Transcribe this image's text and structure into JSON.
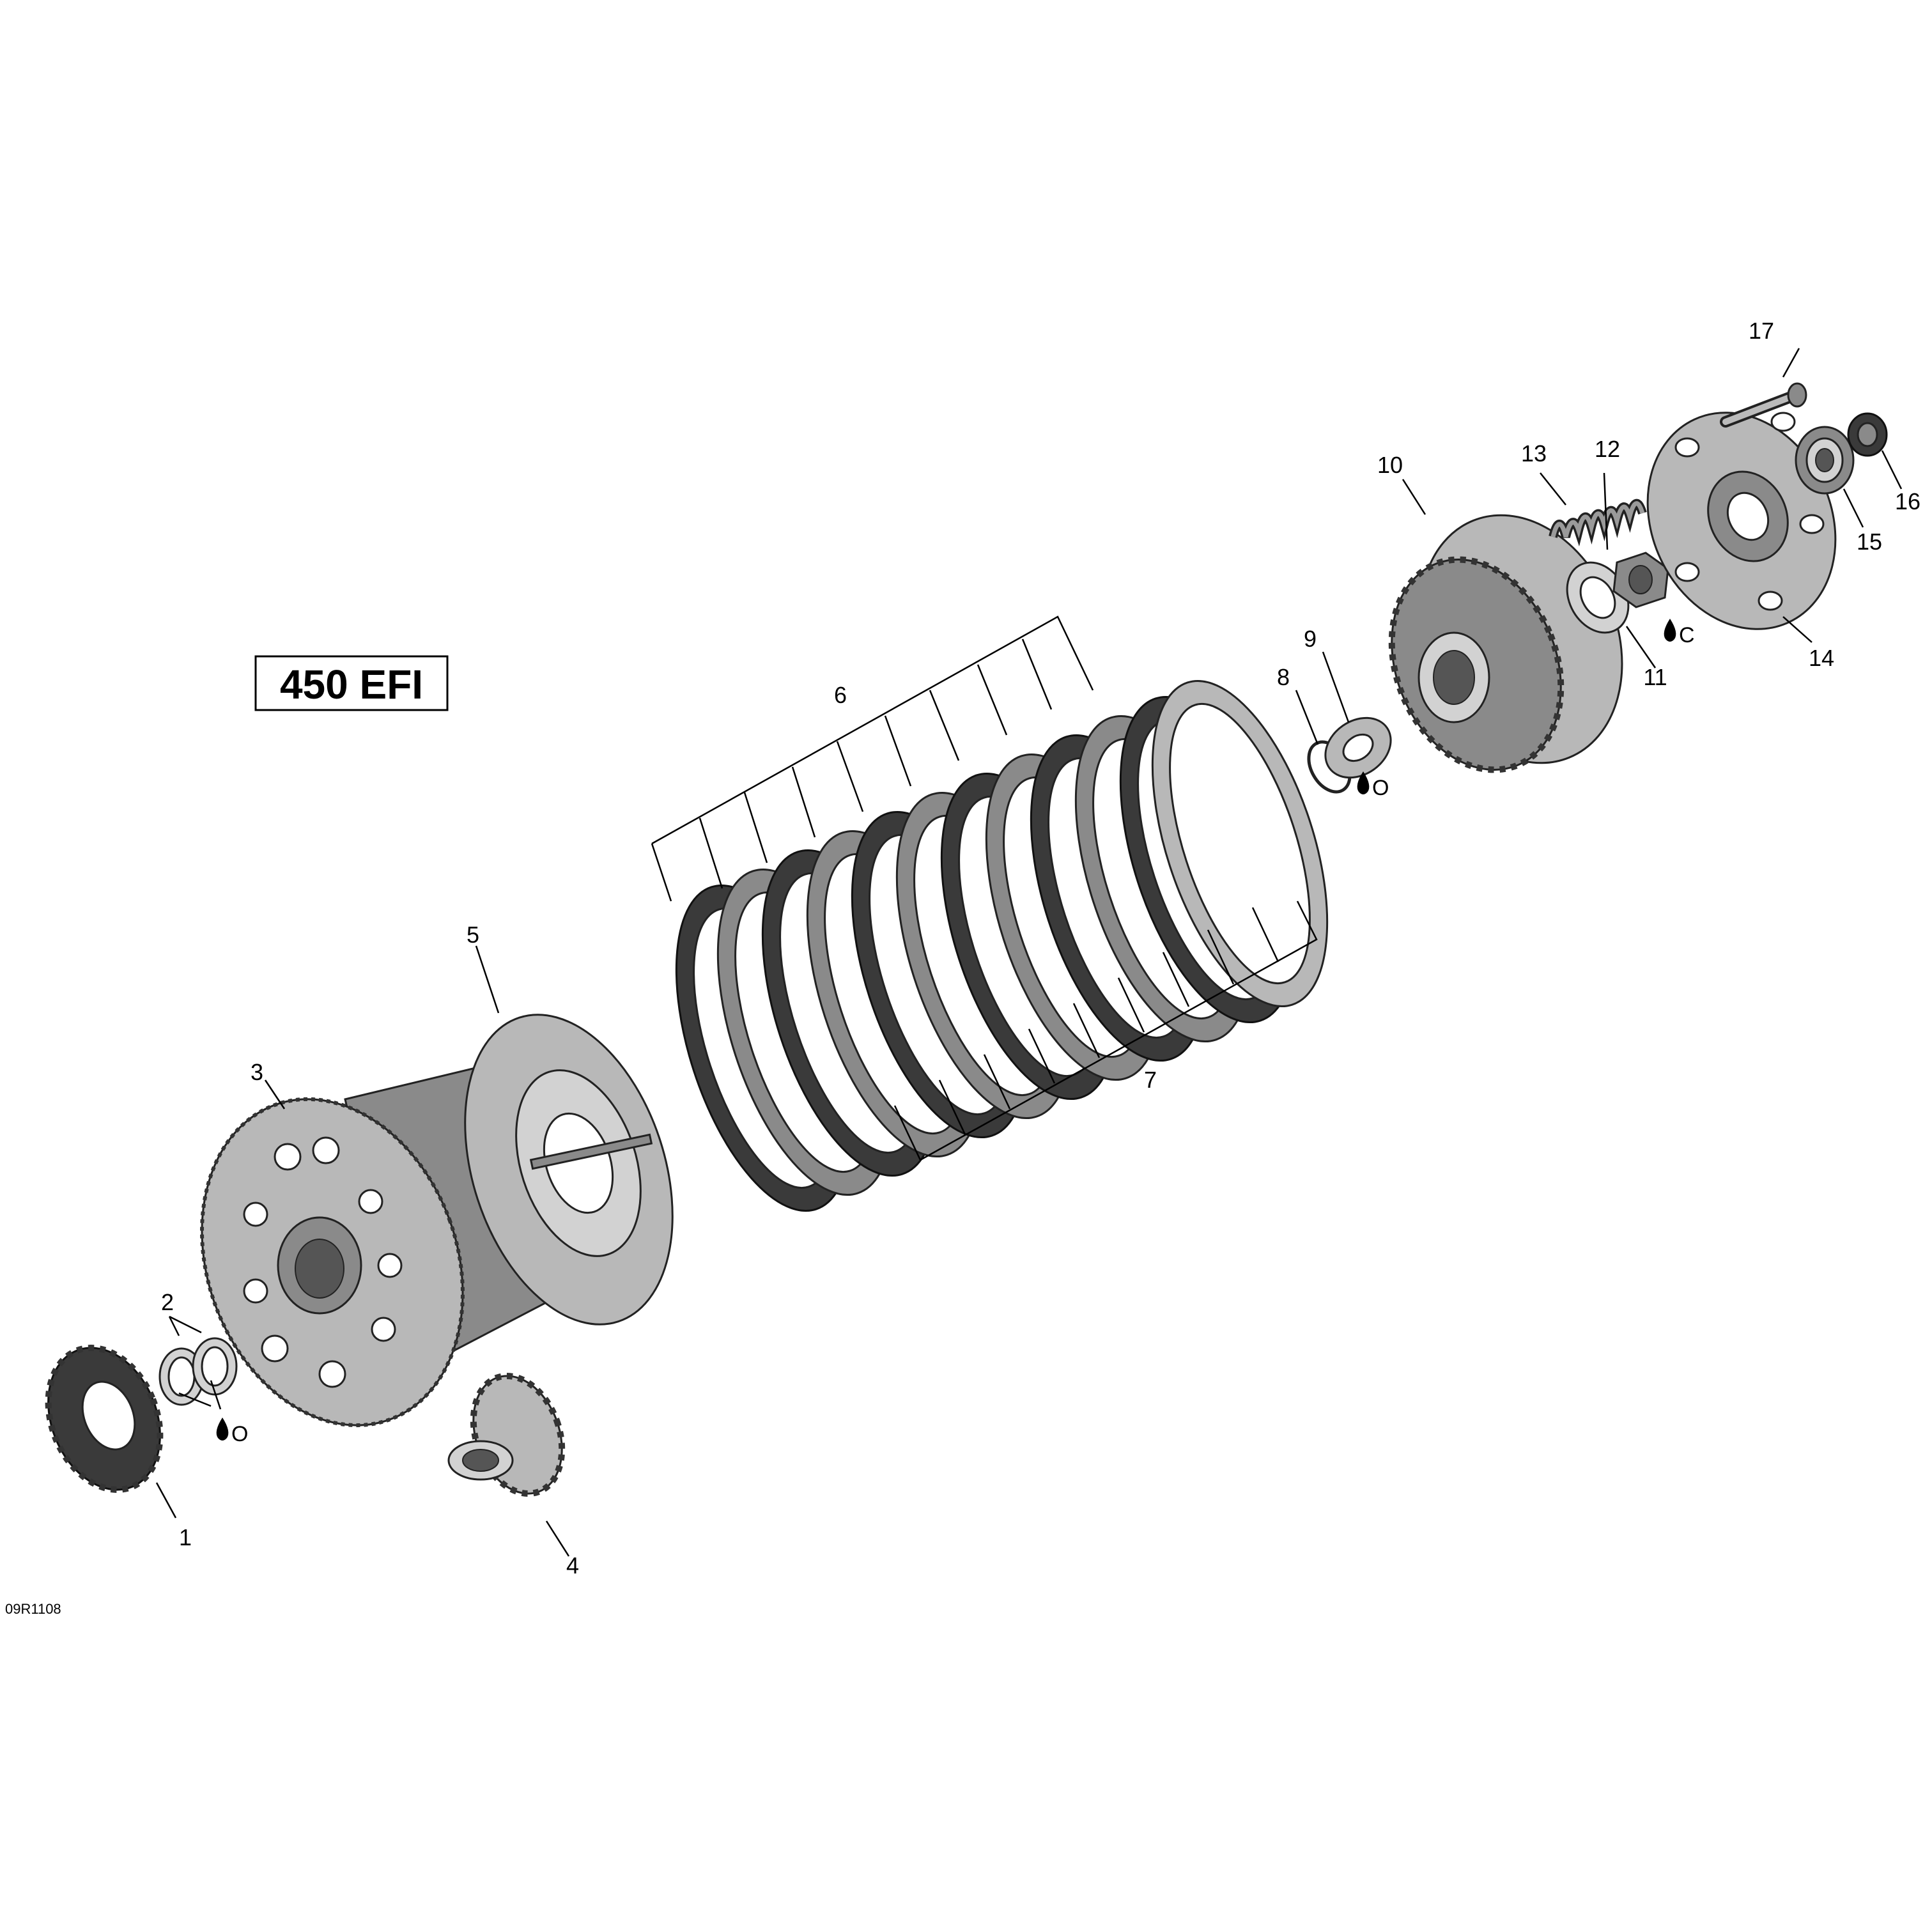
{
  "model_label": "450 EFI",
  "figure_id": "09R1108",
  "callouts": [
    {
      "id": "1",
      "text": "1"
    },
    {
      "id": "2",
      "text": "2"
    },
    {
      "id": "3",
      "text": "3"
    },
    {
      "id": "4",
      "text": "4"
    },
    {
      "id": "5",
      "text": "5"
    },
    {
      "id": "6",
      "text": "6"
    },
    {
      "id": "7",
      "text": "7"
    },
    {
      "id": "8",
      "text": "8"
    },
    {
      "id": "9",
      "text": "9"
    },
    {
      "id": "10",
      "text": "10"
    },
    {
      "id": "11",
      "text": "11"
    },
    {
      "id": "12",
      "text": "12"
    },
    {
      "id": "13",
      "text": "13"
    },
    {
      "id": "14",
      "text": "14"
    },
    {
      "id": "15",
      "text": "15"
    },
    {
      "id": "16",
      "text": "16"
    },
    {
      "id": "17",
      "text": "17"
    }
  ],
  "lube_symbols": [
    {
      "id": "oil-bushings",
      "letter": "O",
      "icon": "oil-drop-icon"
    },
    {
      "id": "oil-shim",
      "letter": "O",
      "icon": "oil-drop-icon"
    },
    {
      "id": "grease-nut",
      "letter": "C",
      "icon": "oil-drop-icon"
    }
  ]
}
